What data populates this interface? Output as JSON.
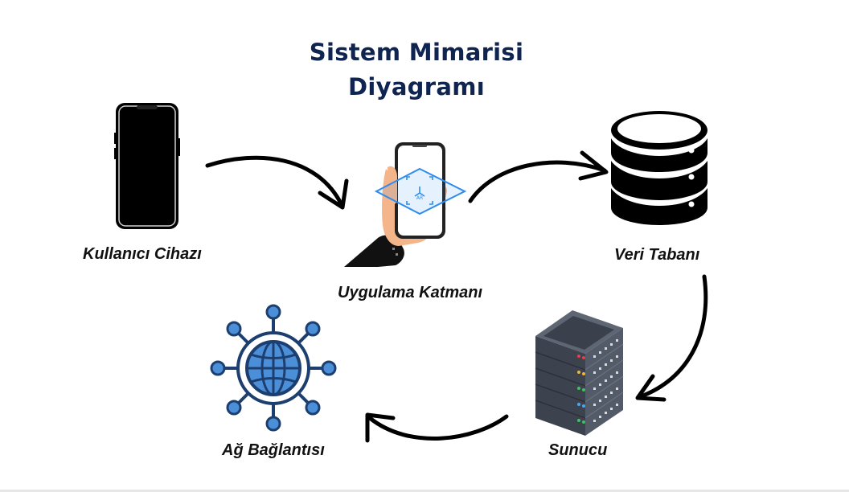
{
  "title": {
    "line1": "Sistem Mimarisi",
    "line2": "Diyagramı"
  },
  "nodes": {
    "device": {
      "label": "Kullanıcı Cihazı",
      "icon": "smartphone-icon"
    },
    "app": {
      "label": "Uygulama Katmanı",
      "icon": "ar-phone-in-hand-icon",
      "badge": "AR"
    },
    "database": {
      "label": "Veri Tabanı",
      "icon": "database-icon"
    },
    "server": {
      "label": "Sunucu",
      "icon": "server-rack-icon"
    },
    "network": {
      "label": "Ağ Bağlantısı",
      "icon": "globe-network-icon"
    }
  },
  "colors": {
    "title": "#0f2451",
    "arrow": "#000000",
    "network_blue": "#4a8fd8",
    "network_dark": "#1d3f70",
    "ar_blue": "#2d8cf0"
  }
}
